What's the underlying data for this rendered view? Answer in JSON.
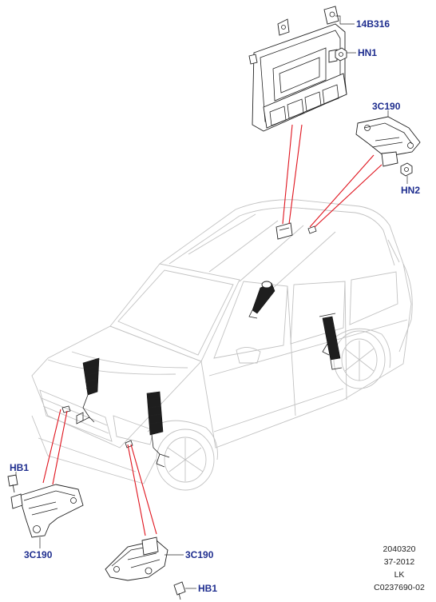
{
  "callouts": {
    "module": "14B316",
    "nut_top": "HN1",
    "sensor_right": "3C190",
    "nut_right": "HN2",
    "bolt_left": "HB1",
    "sensor_left": "3C190",
    "sensor_bottom": "3C190",
    "bolt_bottom": "HB1"
  },
  "reference": {
    "line1": "2040320",
    "line2": "37-2012",
    "line3": "LK",
    "line4": "C0237690-02"
  },
  "colors": {
    "callout_text": "#1f2e8f",
    "highlight_lines": "#e0141e",
    "vehicle_outline": "#c2c2c2"
  }
}
